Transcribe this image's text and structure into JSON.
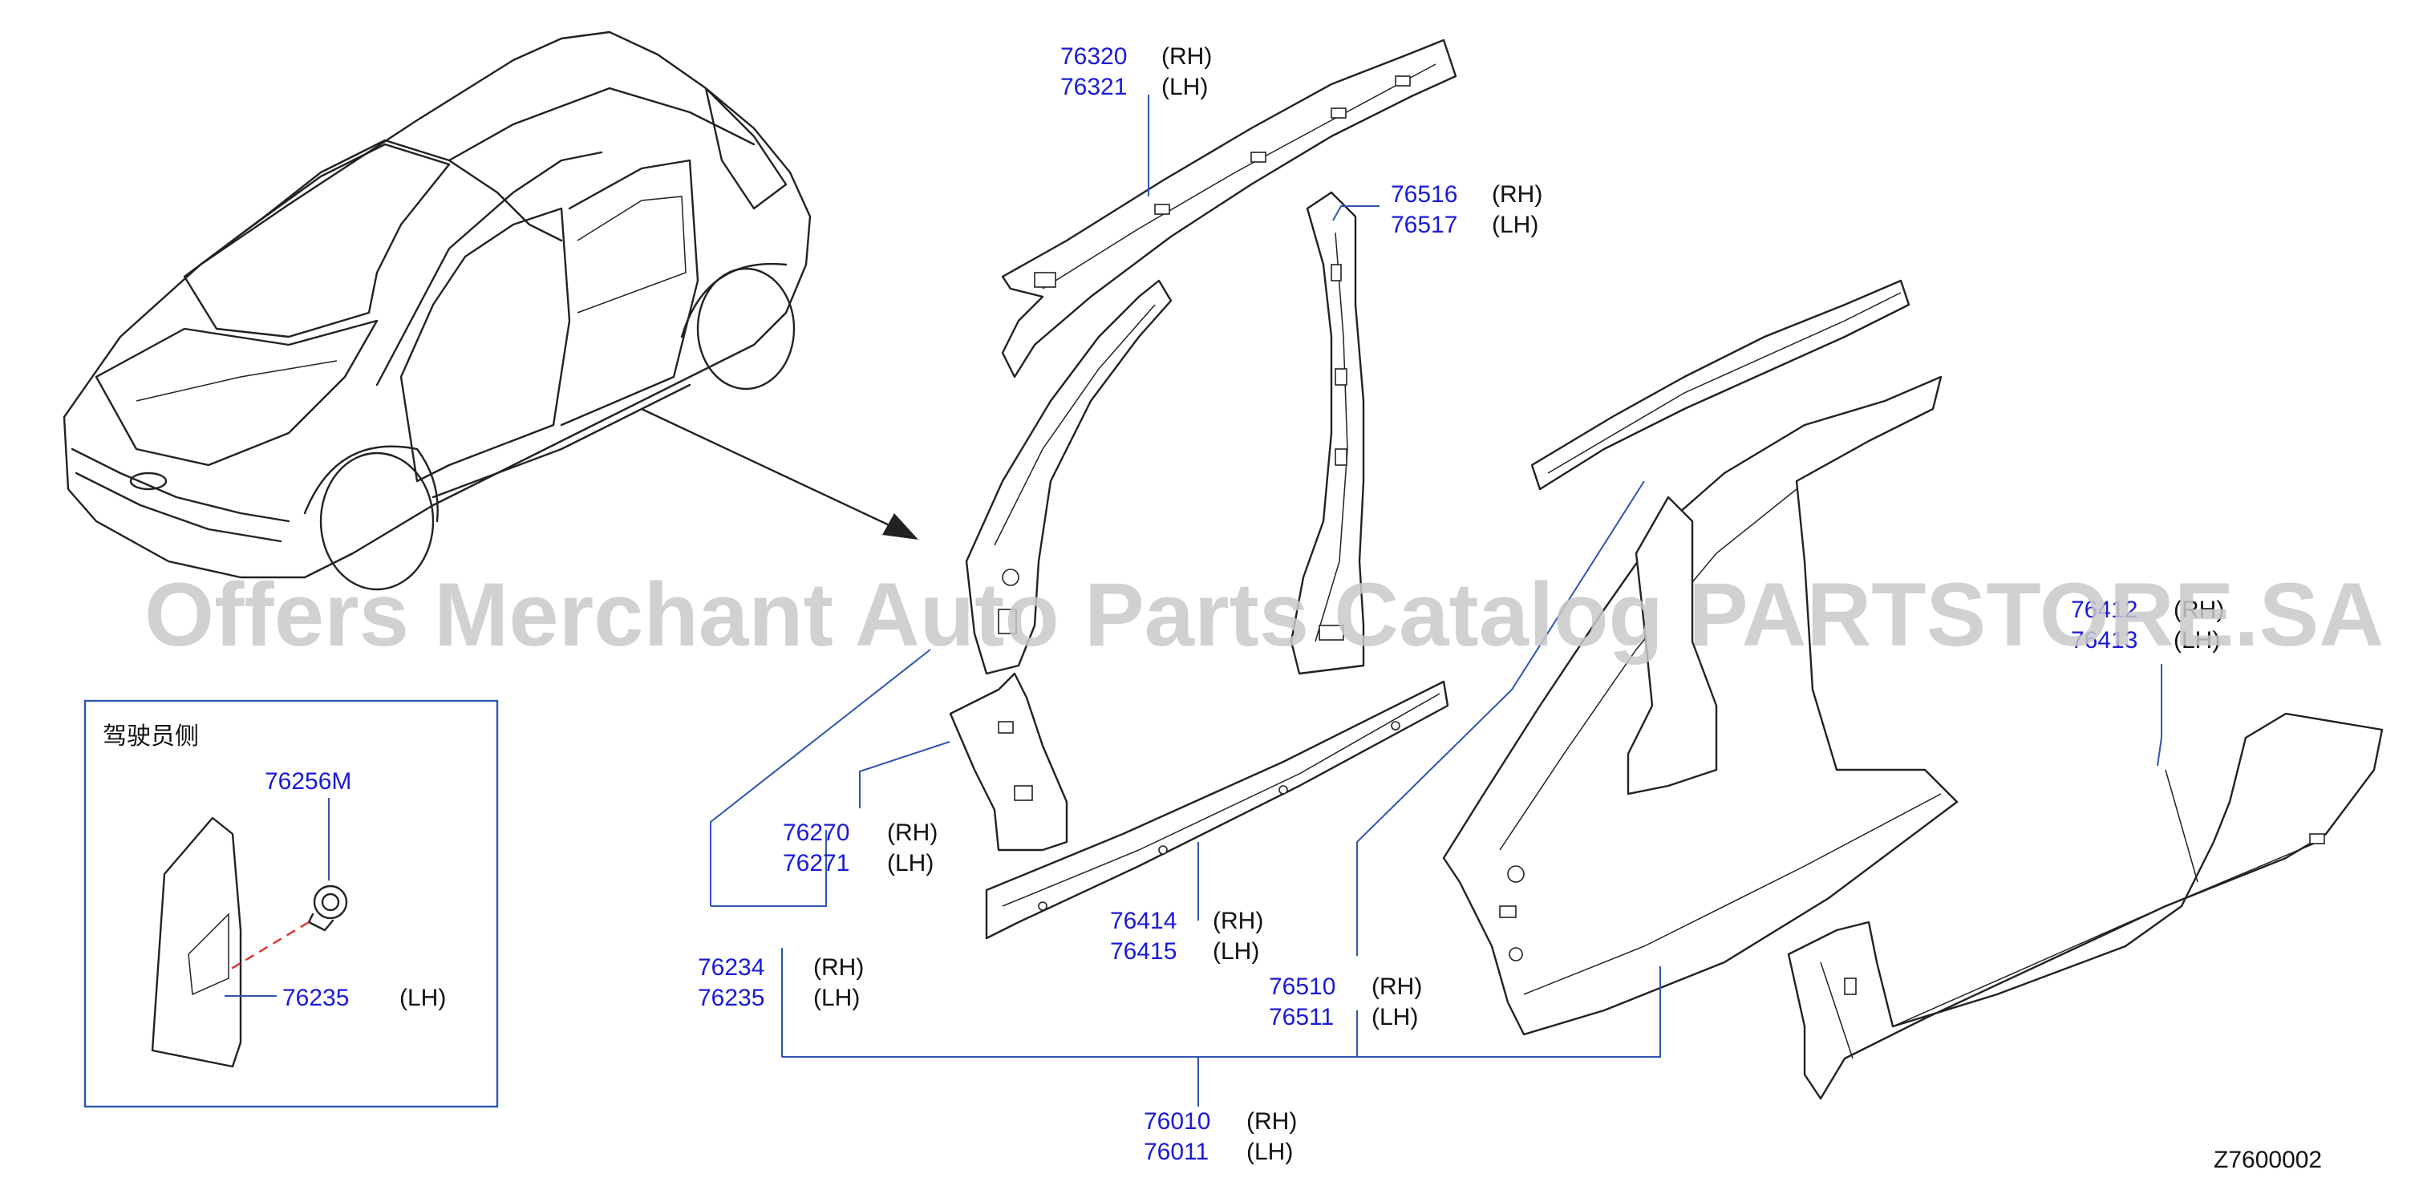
{
  "inset": {
    "caption": "驾驶员侧",
    "clip_part": "76256M",
    "panel_part": "76235",
    "panel_side": "(LH)"
  },
  "callouts": {
    "roof_rail_rh": "76320",
    "roof_rail_rh_side": "(RH)",
    "roof_rail_lh": "76321",
    "roof_rail_lh_side": "(LH)",
    "center_pillar_rh": "76516",
    "center_pillar_rh_side": "(RH)",
    "center_pillar_lh": "76517",
    "center_pillar_lh_side": "(LH)",
    "front_pillar_lower_rh": "76270",
    "front_pillar_lower_rh_side": "(RH)",
    "front_pillar_lower_lh": "76271",
    "front_pillar_lower_lh_side": "(LH)",
    "front_pillar_rh": "76234",
    "front_pillar_rh_side": "(RH)",
    "front_pillar_lh": "76235",
    "front_pillar_lh_side": "(LH)",
    "sill_inner_rh": "76414",
    "sill_inner_rh_side": "(RH)",
    "sill_inner_lh": "76415",
    "sill_inner_lh_side": "(LH)",
    "body_side_inner_rh": "76510",
    "body_side_inner_rh_side": "(RH)",
    "body_side_inner_lh": "76511",
    "body_side_inner_lh_side": "(LH)",
    "body_side_outer_rh": "76010",
    "body_side_outer_rh_side": "(RH)",
    "body_side_outer_lh": "76011",
    "body_side_outer_lh_side": "(LH)",
    "sill_outer_rh": "76412",
    "sill_outer_rh_side": "(RH)",
    "sill_outer_lh": "76413",
    "sill_outer_lh_side": "(LH)"
  },
  "diagram_code": "Z7600002",
  "watermark": "Offers Merchant Auto Parts Catalog PARTSTORE.SA",
  "colors": {
    "part_number": "#1a1ad6",
    "leader": "#2f55b0",
    "line": "#222222"
  }
}
